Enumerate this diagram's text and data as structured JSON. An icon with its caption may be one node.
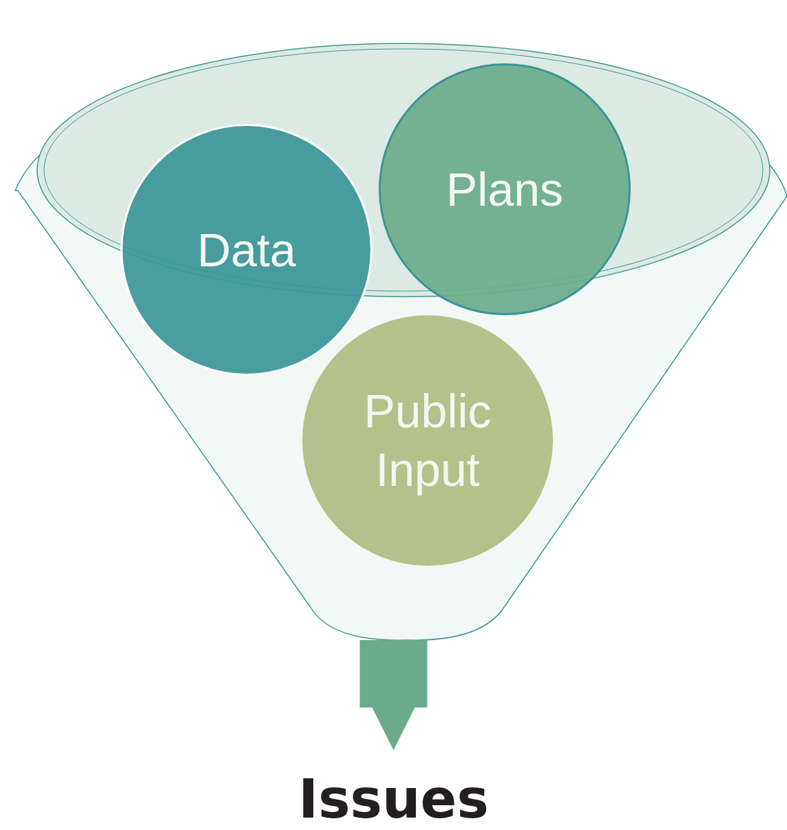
{
  "diagram": {
    "nodes": [
      {
        "text": [],
        "shape": "funnel"
      },
      {
        "text": [
          "Data"
        ],
        "in": 0
      },
      {
        "text": [
          "Plans"
        ],
        "in": 0
      },
      {
        "text": [
          "Public Input"
        ],
        "in": 0
      },
      {
        "text": [
          "Issues"
        ]
      }
    ],
    "edges": [
      {
        "from": 0,
        "to": 4,
        "arrow": "to"
      }
    ]
  }
}
